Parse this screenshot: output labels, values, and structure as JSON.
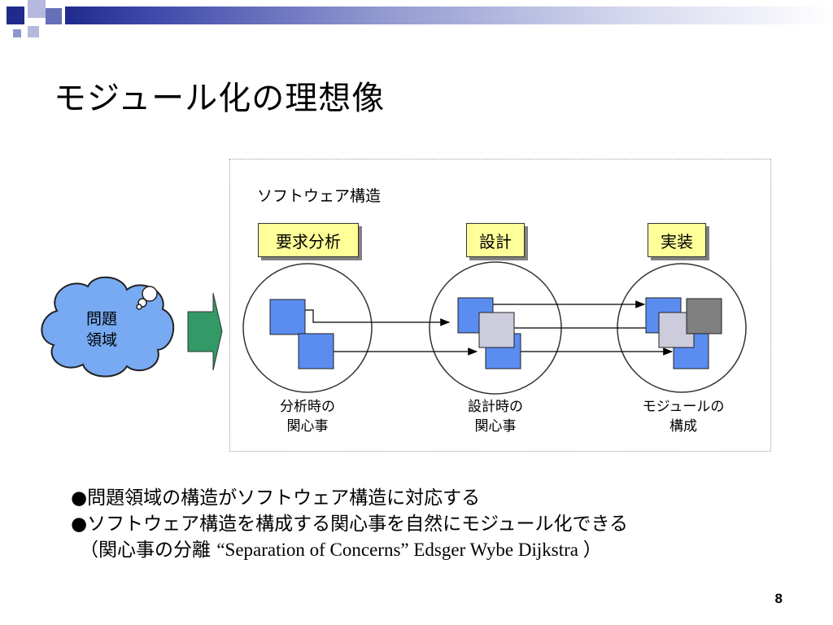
{
  "slide": {
    "title": "モジュール化の理想像",
    "page_number": "8"
  },
  "diagram": {
    "architecture_label": "ソフトウェア構造",
    "problem_domain": [
      "問題",
      "領域"
    ],
    "phases": [
      "要求分析",
      "設計",
      "実装"
    ],
    "captions": [
      [
        "分析時の",
        "関心事"
      ],
      [
        "設計時の",
        "関心事"
      ],
      [
        "モジュールの",
        "構成"
      ]
    ]
  },
  "bullets": {
    "line1": "●問題領域の構造がソフトウェア構造に対応する",
    "line2": "●ソフトウェア構造を構成する関心事を自然にモジュール化できる",
    "line3_prefix": "（関心事の分離 ",
    "line3_quote": "“Separation of Concerns” Edsger Wybe Dijkstra ）"
  },
  "colors": {
    "title_bar": "#1f2a8c",
    "phase_box": "#ffff99",
    "concern_blue": "#5b8cf0",
    "concern_lavender": "#ccccdd",
    "module_gray": "#808080",
    "cloud": "#77aaf2",
    "arrow_green": "#339966"
  }
}
